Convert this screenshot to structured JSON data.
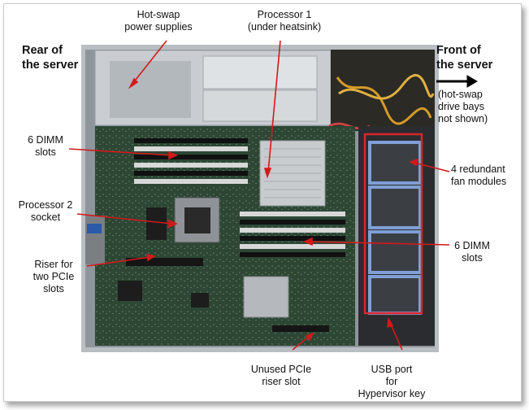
{
  "labels": {
    "hot_swap_power": [
      "Hot-swap",
      "power supplies"
    ],
    "processor_1": [
      "Processor 1",
      "(under heatsink)"
    ],
    "rear": [
      "Rear of",
      "the server"
    ],
    "front": [
      "Front of",
      "the server"
    ],
    "front_note": [
      "(hot-swap",
      "drive bays",
      "not shown)"
    ],
    "dimm_left": [
      "6 DIMM",
      "slots"
    ],
    "fans": [
      "4 redundant",
      "fan modules"
    ],
    "processor_2": [
      "Processor 2",
      "socket"
    ],
    "dimm_right": [
      "6 DIMM",
      "slots"
    ],
    "riser": [
      "Riser for",
      "two PCIe",
      "slots"
    ],
    "unused_riser": [
      "Unused PCIe",
      "riser slot"
    ],
    "usb": [
      "USB port",
      "for",
      "Hypervisor key"
    ]
  },
  "colors": {
    "annotation": "#d11a1a",
    "board": "#2f4a36",
    "chassis": "#b9bec3",
    "fan_blue": "#7f9fd6",
    "fan_box": "#d9262c"
  }
}
